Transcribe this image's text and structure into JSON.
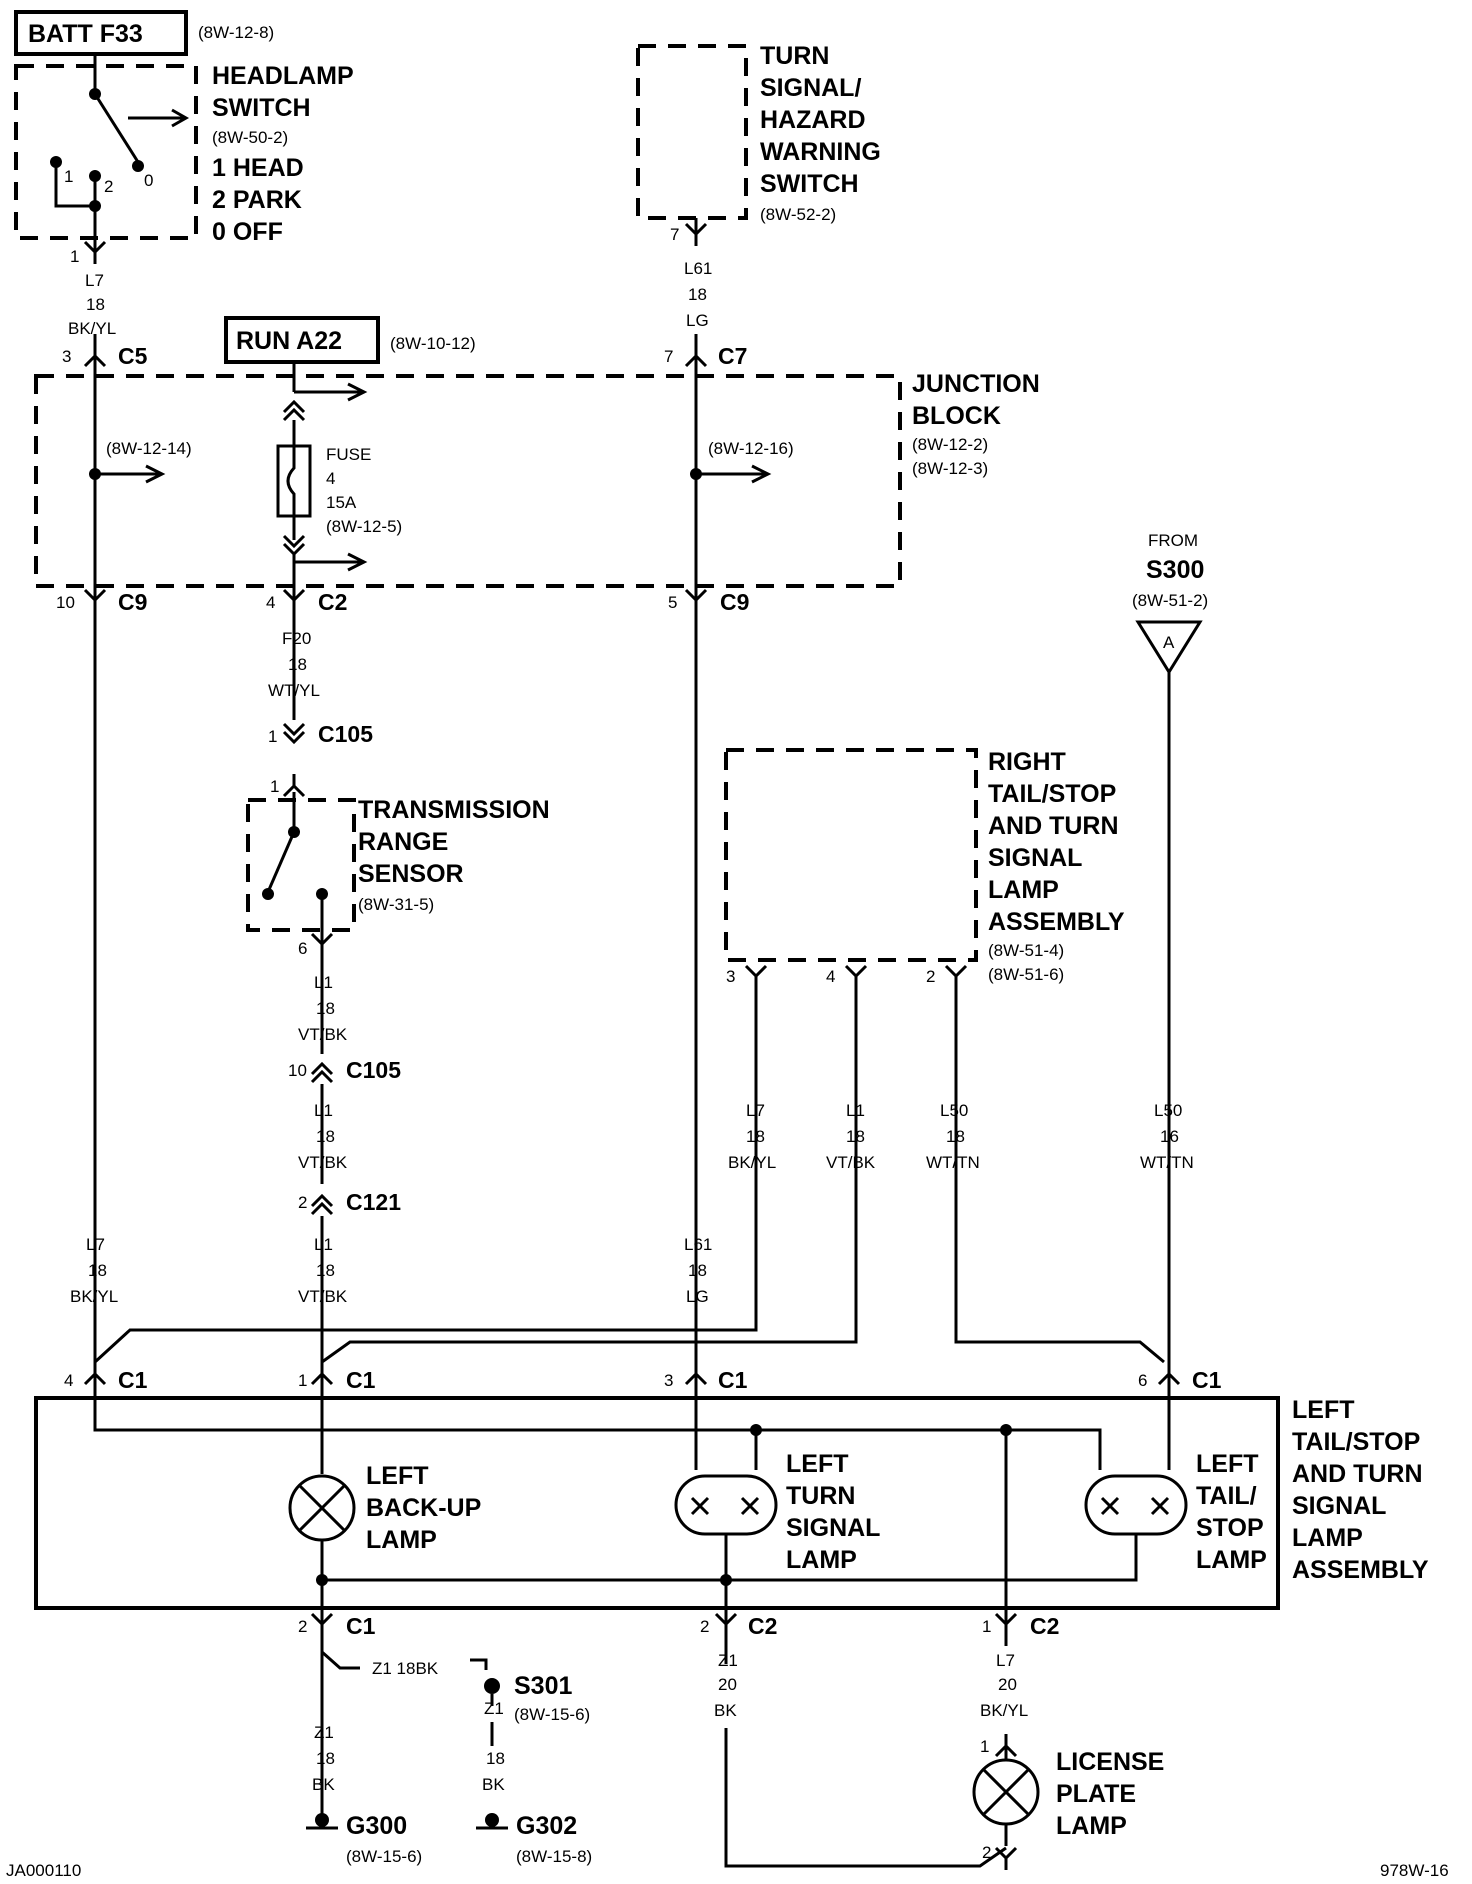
{
  "batt": {
    "label": "BATT F33",
    "ref": "(8W-12-8)"
  },
  "headlamp_switch": {
    "lines": [
      "HEADLAMP",
      "SWITCH"
    ],
    "ref": "(8W-50-2)",
    "positions": [
      "1 HEAD",
      "2 PARK",
      "0 OFF"
    ],
    "contacts": [
      "1",
      "2",
      "0"
    ]
  },
  "turn_switch": {
    "lines": [
      "TURN",
      "SIGNAL/",
      "HAZARD",
      "WARNING",
      "SWITCH"
    ],
    "ref": "(8W-52-2)"
  },
  "run": {
    "label": "RUN A22",
    "ref": "(8W-10-12)"
  },
  "junction_block": {
    "lines": [
      "JUNCTION",
      "BLOCK"
    ],
    "refs": [
      "(8W-12-2)",
      "(8W-12-3)"
    ],
    "ref_left": "(8W-12-14)",
    "ref_right": "(8W-12-16)"
  },
  "fuse": {
    "lines": [
      "FUSE",
      "4",
      "15A"
    ],
    "ref": "(8W-12-5)"
  },
  "from_s300": {
    "from": "FROM",
    "name": "S300",
    "ref": "(8W-51-2)",
    "letter": "A"
  },
  "trs": {
    "lines": [
      "TRANSMISSION",
      "RANGE",
      "SENSOR"
    ],
    "ref": "(8W-31-5)"
  },
  "right_assembly": {
    "lines": [
      "RIGHT",
      "TAIL/STOP",
      "AND TURN",
      "SIGNAL",
      "LAMP",
      "ASSEMBLY"
    ],
    "refs": [
      "(8W-51-4)",
      "(8W-51-6)"
    ]
  },
  "left_assembly": {
    "lines": [
      "LEFT",
      "TAIL/STOP",
      "AND TURN",
      "SIGNAL",
      "LAMP",
      "ASSEMBLY"
    ]
  },
  "backup_lamp": {
    "lines": [
      "LEFT",
      "BACK-UP",
      "LAMP"
    ]
  },
  "turn_lamp": {
    "lines": [
      "LEFT",
      "TURN",
      "SIGNAL",
      "LAMP"
    ]
  },
  "tail_lamp": {
    "lines": [
      "LEFT",
      "TAIL/",
      "STOP",
      "LAMP"
    ]
  },
  "license_lamp": {
    "lines": [
      "LICENSE",
      "PLATE",
      "LAMP"
    ]
  },
  "s301": {
    "name": "S301",
    "ref": "(8W-15-6)"
  },
  "g300": {
    "name": "G300",
    "ref": "(8W-15-6)"
  },
  "g302": {
    "name": "G302",
    "ref": "(8W-15-8)"
  },
  "connectors": {
    "c5": "C5",
    "c7": "C7",
    "c9a": "C9",
    "c2jb": "C2",
    "c9b": "C9",
    "c105a": "C105",
    "c105b": "C105",
    "c121": "C121",
    "c1a": "C1",
    "c1b": "C1",
    "c1c": "C1",
    "c1d": "C1",
    "c1bot": "C1",
    "c2bot1": "C2",
    "c2bot2": "C2"
  },
  "pins": {
    "hs1": "1",
    "ts7": "7",
    "c5": "3",
    "c7": "7",
    "c9a": "10",
    "c2jb": "4",
    "c9b": "5",
    "c105a": "1",
    "trs_in": "1",
    "trs_out": "6",
    "c105b": "10",
    "c121": "2",
    "r3": "3",
    "r4": "4",
    "r2": "2",
    "c1a": "4",
    "c1b": "1",
    "c1c": "3",
    "c1d": "6",
    "c1bot": "2",
    "c2bot1": "2",
    "c2bot2": "1",
    "lic_in": "1",
    "lic_out": "2"
  },
  "wires": {
    "hs_out": [
      "L7",
      "18",
      "BK/YL"
    ],
    "ts_out": [
      "L61",
      "18",
      "LG"
    ],
    "f20": [
      "F20",
      "18",
      "WT/YL"
    ],
    "l1_a": [
      "L1",
      "18",
      "VT/BK"
    ],
    "l1_b": [
      "L1",
      "18",
      "VT/BK"
    ],
    "r_l7": [
      "L7",
      "18",
      "BK/YL"
    ],
    "r_l1": [
      "L1",
      "18",
      "VT/BK"
    ],
    "r_l50": [
      "L50",
      "18",
      "WT/TN"
    ],
    "s300_l50": [
      "L50",
      "16",
      "WT/TN"
    ],
    "l7_left": [
      "L7",
      "18",
      "BK/YL"
    ],
    "l1_c": [
      "L1",
      "18",
      "VT/BK"
    ],
    "l61": [
      "L61",
      "18",
      "LG"
    ],
    "z1_side": "Z1  18BK",
    "z1_g300": [
      "Z1",
      "18",
      "BK"
    ],
    "z1_s301": [
      "Z1",
      "18",
      "BK"
    ],
    "z1_mid": [
      "Z1",
      "20",
      "BK"
    ],
    "l7_lic": [
      "L7",
      "20",
      "BK/YL"
    ]
  },
  "footer": {
    "left": "JA000110",
    "right": "978W-16"
  }
}
